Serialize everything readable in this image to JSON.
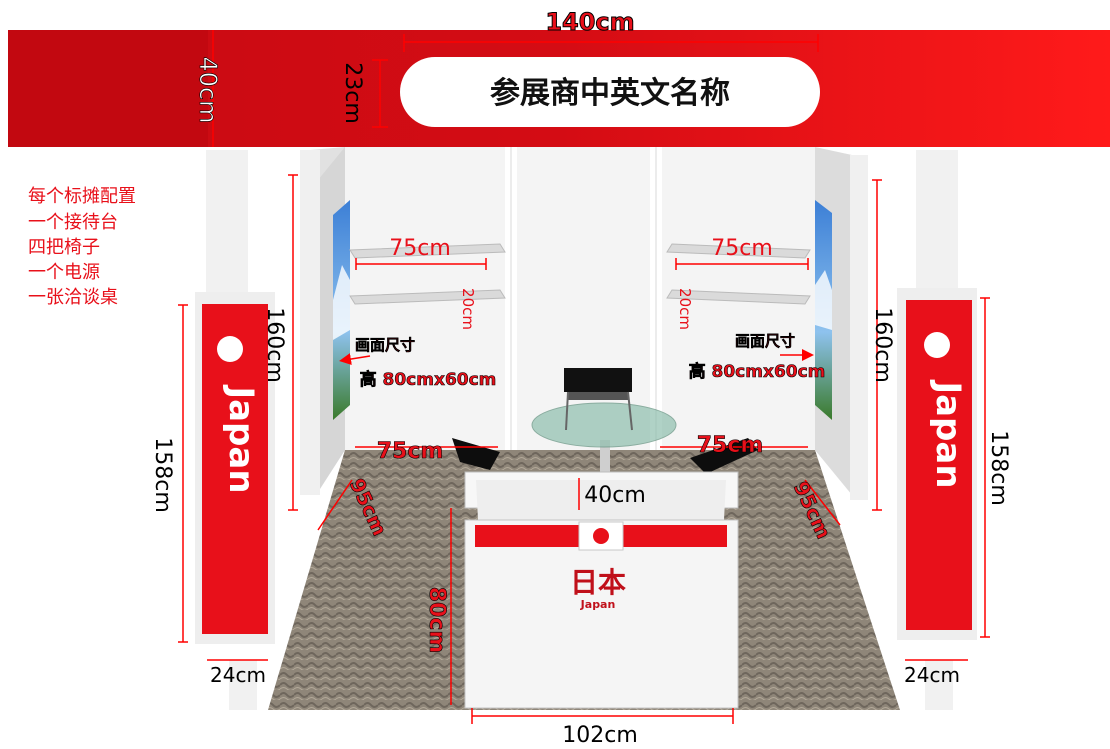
{
  "header": {
    "width_label": "140cm",
    "height_label": "40cm",
    "sign_height_label": "23cm",
    "sign_text": "参展商中英文名称"
  },
  "config_notes": {
    "lines": [
      "每个标摊配置",
      "一个接待台",
      "四把椅子",
      "一个电源",
      "一张洽谈桌"
    ]
  },
  "walls": {
    "left": {
      "shelf_width_label": "75cm",
      "shelf_gap_label": "20cm",
      "height_label": "160cm",
      "picture_label": "画面尺寸",
      "picture_size_label": "高 80cmx60cm",
      "depth_width_label": "75cm",
      "depth_label": "95cm"
    },
    "right": {
      "shelf_width_label": "75cm",
      "shelf_gap_label": "20cm",
      "height_label": "160cm",
      "picture_label": "画面尺寸",
      "picture_size_label": "高 80cmx60cm",
      "depth_width_label": "75cm",
      "depth_label": "95cm"
    }
  },
  "columns": {
    "left": {
      "text": "Japan",
      "height_label": "158cm",
      "width_label": "24cm"
    },
    "right": {
      "text": "Japan",
      "height_label": "158cm",
      "width_label": "24cm"
    }
  },
  "counter": {
    "depth_label": "40cm",
    "height_label": "80cm",
    "width_label": "102cm",
    "country_cn": "日本",
    "country_en": "Japan"
  },
  "colors": {
    "brand_red": "#e8101a",
    "dim_red": "#ff0000",
    "wall_grey": "#ececec",
    "carpet": "#8d8377"
  }
}
